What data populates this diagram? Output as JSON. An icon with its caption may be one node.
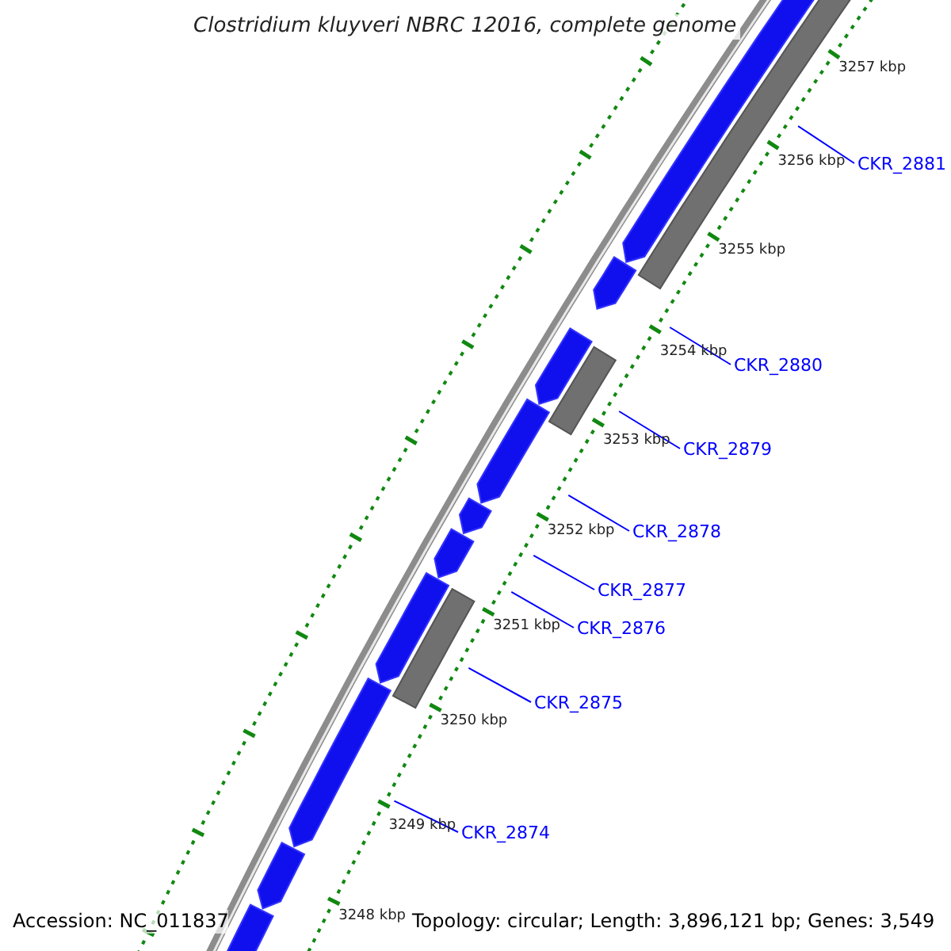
{
  "diagram": {
    "title": "Clostridium kluyveri NBRC 12016, complete genome",
    "nodes": [
      {
        "text": [
          "CKR_2881"
        ]
      },
      {
        "text": [
          "CKR_2880"
        ]
      },
      {
        "text": [
          "CKR_2879"
        ]
      },
      {
        "text": [
          "CKR_2878"
        ]
      },
      {
        "text": [
          "CKR_2877"
        ]
      },
      {
        "text": [
          "CKR_2876"
        ]
      },
      {
        "text": [
          "CKR_2875"
        ]
      },
      {
        "text": [
          "CKR_2874"
        ]
      }
    ],
    "edges": [
      {
        "from": 0,
        "to": null,
        "arrow": "none"
      },
      {
        "from": 1,
        "to": null,
        "arrow": "none"
      },
      {
        "from": 2,
        "to": null,
        "arrow": "none"
      },
      {
        "from": 3,
        "to": null,
        "arrow": "none"
      },
      {
        "from": 4,
        "to": null,
        "arrow": "none"
      },
      {
        "from": 5,
        "to": null,
        "arrow": "none"
      },
      {
        "from": 6,
        "to": null,
        "arrow": "none"
      },
      {
        "from": 7,
        "to": null,
        "arrow": "none"
      }
    ],
    "labels": [
      "3257 kbp",
      "3256 kbp",
      "3255 kbp",
      "3254 kbp",
      "3253 kbp",
      "3252 kbp",
      "3251 kbp",
      "3250 kbp",
      "3249 kbp",
      "3248 kbp",
      "Accession: NC_011837",
      "Topology: circular; Length: 3,896,121 bp; Genes: 3,549"
    ]
  }
}
